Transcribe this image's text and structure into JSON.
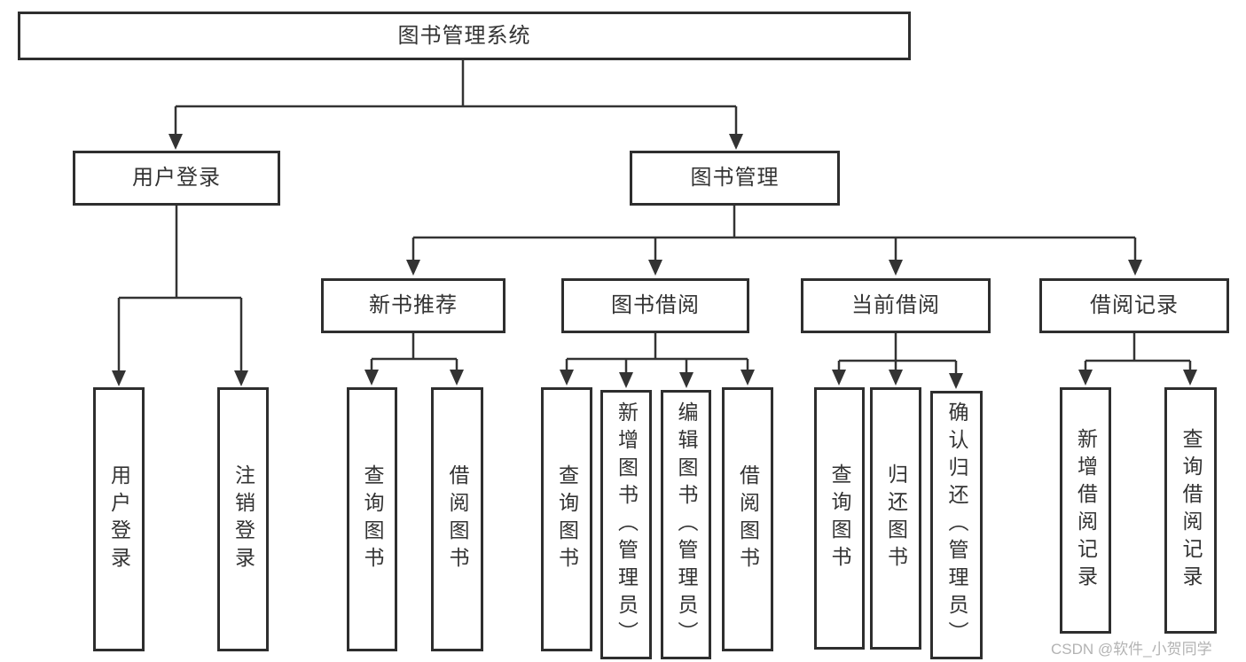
{
  "diagram_type": "hierarchy-tree",
  "colors": {
    "line": "#333333",
    "box_border": "#2e2e2e",
    "box_fill": "#ffffff",
    "text": "#333333",
    "watermark": "#b3b3b3"
  },
  "tree": {
    "label": "图书管理系统",
    "children": [
      {
        "label": "用户登录",
        "children": [
          {
            "label": "用户登录"
          },
          {
            "label": "注销登录"
          }
        ]
      },
      {
        "label": "图书管理",
        "children": [
          {
            "label": "新书推荐",
            "children": [
              {
                "label": "查询图书"
              },
              {
                "label": "借阅图书"
              }
            ]
          },
          {
            "label": "图书借阅",
            "children": [
              {
                "label": "查询图书"
              },
              {
                "label": "新增图书（管理员）"
              },
              {
                "label": "编辑图书（管理员）"
              },
              {
                "label": "借阅图书"
              }
            ]
          },
          {
            "label": "当前借阅",
            "children": [
              {
                "label": "查询图书"
              },
              {
                "label": "归还图书"
              },
              {
                "label": "确认归还（管理员）"
              }
            ]
          },
          {
            "label": "借阅记录",
            "children": [
              {
                "label": "新增借阅记录"
              },
              {
                "label": "查询借阅记录"
              }
            ]
          }
        ]
      }
    ]
  },
  "watermark": "CSDN @软件_小贺同学"
}
